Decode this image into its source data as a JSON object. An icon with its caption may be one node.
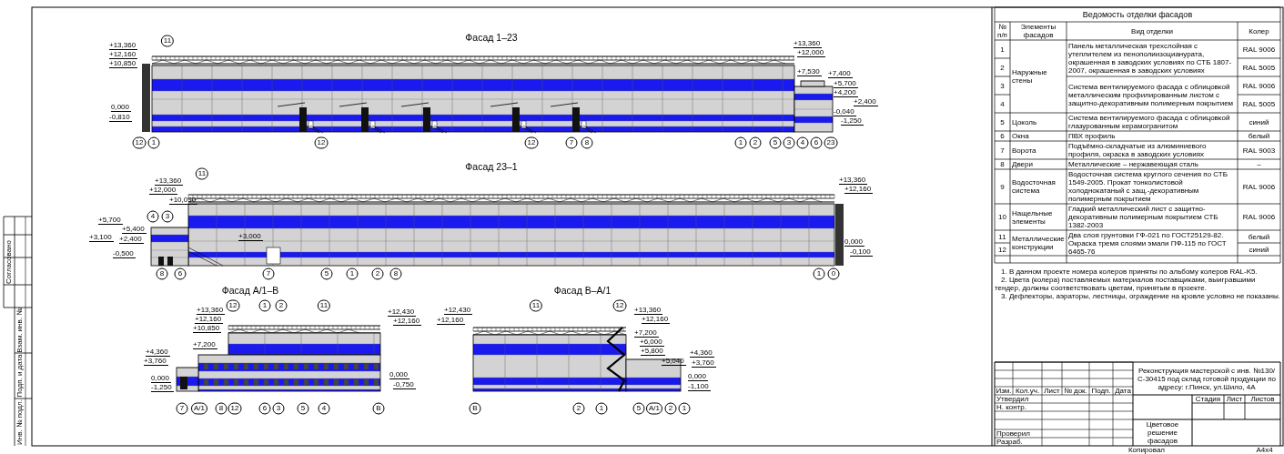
{
  "diagram": {
    "labels": [
      "Фасад 1–23",
      "+13,360",
      "+12,160",
      "+10,850",
      "0,000",
      "-0,810",
      "+13,360",
      "+12,000",
      "+7,530",
      "+7,400",
      "+5,700",
      "+4,200",
      "+2,400",
      "-0,040",
      "-1,250",
      "11",
      "12",
      "1",
      "12",
      "12",
      "7",
      "8",
      "1",
      "2",
      "5",
      "3",
      "4",
      "6",
      "23",
      "Фасад 23–1",
      "+13,360",
      "+12,000",
      "+10,090",
      "+5,700",
      "+5,400",
      "+3,100",
      "+2,400",
      "-0,500",
      "+3,000",
      "+13,360",
      "+12,160",
      "0,000",
      "-0,100",
      "11",
      "4",
      "3",
      "8",
      "6",
      "7",
      "5",
      "1",
      "2",
      "8",
      "1",
      "0",
      "Фасад А/1–В",
      "+13,360",
      "+12,160",
      "+10,850",
      "+7,200",
      "+4,360",
      "+3,760",
      "0,000",
      "-1,250",
      "+12,430",
      "+12,160",
      "0,000",
      "-0,750",
      "12",
      "1",
      "2",
      "11",
      "7",
      "А/1",
      "8",
      "12",
      "6",
      "3",
      "5",
      "4",
      "В",
      "Фасад В–А/1",
      "+12,430",
      "+12,160",
      "+13,360",
      "+12,160",
      "+7,200",
      "+6,000",
      "+5,800",
      "+5,040",
      "+4,360",
      "+3,760",
      "0,000",
      "-1,100",
      "11",
      "12",
      "В",
      "2",
      "1",
      "5",
      "А/1",
      "2",
      "1",
      "Ведомость отделки фасадов",
      "№ п/п",
      "Элементы фасадов",
      "Вид отделки",
      "Колер",
      "1",
      "Наружные стены",
      "Панель металлическая трехслойная с утеплителем из пенополиизоцианурата, окрашенная в заводских условиях по СТБ 1807-2007, окрашенная в заводских условиях",
      "RAL 9006",
      "2",
      "RAL 5005",
      "3",
      "Система вентилируемого фасада с облицовкой металлическим профилированным листом с защитно-декоративным полимерным покрытием",
      "RAL 9006",
      "4",
      "RAL 5005",
      "5",
      "Цоколь",
      "Система вентилируемого фасада с облицовкой глазурованным керамогранитом",
      "синий",
      "6",
      "Окна",
      "ПВХ профиль",
      "белый",
      "7",
      "Ворота",
      "Подъёмно-складчатые из алюминиевого профиля, окраска в заводских условиях",
      "RAL 9003",
      "8",
      "Двери",
      "Металлические – нержавеющая сталь",
      "–",
      "9",
      "Водосточная система",
      "Водосточная система круглого сечения по СТБ 1549-2005. Прокат тонколистовой холоднокатаный с защ.-декоративным полимерным покрытием",
      "RAL 9006",
      "10",
      "Нащельные элементы",
      "Гладкий металлический лист с защитно-декоративным полимерным покрытием СТБ 1382-2003",
      "RAL 9006",
      "11",
      "Металлические конструкции",
      "Два слоя грунтовки ГФ-021 по ГОСТ25129-82. Окраска тремя слоями эмали ПФ-115 по ГОСТ 6465-76",
      "белый",
      "12",
      "синий",
      "1. В данном проекте номера колеров приняты по альбому колеров RAL-K5.",
      "2. Цвета (колера) поставляемых материалов поставщиками, выигравшими тендер, должны соответствовать цветам, принятым в проекте.",
      "3. Дефлекторы, аэраторы, лестницы, ограждение на кровле условно не показаны.",
      "Изм.",
      "Кол.уч.",
      "Лист",
      "№ док.",
      "Подп.",
      "Дата",
      "Утвердил",
      "Н. контр.",
      "Проверил",
      "Разраб.",
      "Реконструкция мастерской с инв. №130/С-30415 под склад готовой продукции по адресу: г.Пинск, ул.Шило, 4А",
      "Стадия",
      "Лист",
      "Листов",
      "Цветовое решение фасадов",
      "Копировал",
      "А4х4",
      "Согласовано",
      "Взам. инв. №",
      "Подп. и дата",
      "Инв. № подл."
    ]
  }
}
